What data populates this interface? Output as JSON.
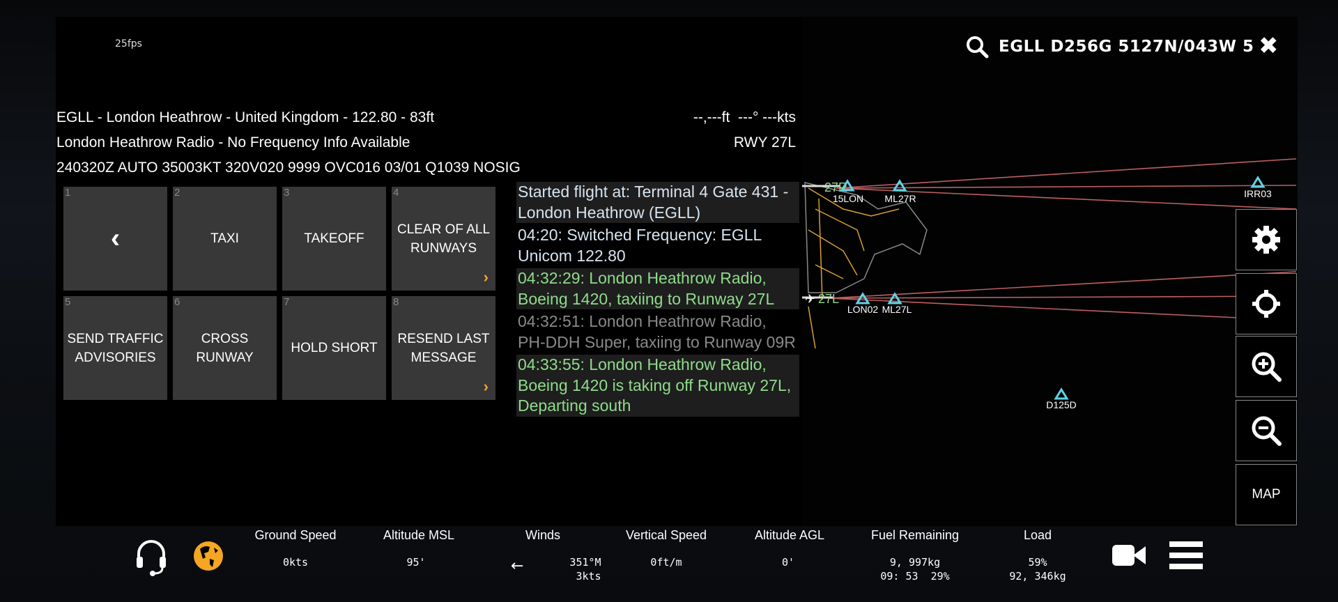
{
  "fps": "25fps",
  "search": {
    "text": "EGLL D256G 5127N/043W 5"
  },
  "info": {
    "airport_line": "EGLL - London Heathrow - United Kingdom - 122.80 - 83ft",
    "frequency_line": "London Heathrow Radio - No Frequency Info Available",
    "metar": "240320Z AUTO 35003KT 320V020 9999 OVC016 03/01 Q1039 NOSIG",
    "wind_readout": "--,---ft  ---° ---kts",
    "runway": "RWY 27L"
  },
  "menu": [
    {
      "num": "1",
      "label": "",
      "icon": "back-chevron"
    },
    {
      "num": "2",
      "label": "TAXI"
    },
    {
      "num": "3",
      "label": "TAKEOFF"
    },
    {
      "num": "4",
      "label": "CLEAR OF ALL RUNWAYS",
      "submenu": true
    },
    {
      "num": "5",
      "label": "SEND TRAFFIC ADVISORIES"
    },
    {
      "num": "6",
      "label": "CROSS RUNWAY"
    },
    {
      "num": "7",
      "label": "HOLD SHORT"
    },
    {
      "num": "8",
      "label": "RESEND LAST MESSAGE",
      "submenu": true
    }
  ],
  "log": [
    {
      "text": "Started flight at: Terminal 4 Gate 431 - London Heathrow (EGLL)",
      "color": "#d6e4f0"
    },
    {
      "text": "04:20: Switched Frequency: EGLL Unicom 122.80",
      "color": "#d6e4f0"
    },
    {
      "text": "04:32:29: London Heathrow Radio, Boeing 1420, taxiing to Runway 27L",
      "color": "#8fdc8a"
    },
    {
      "text": "04:32:51: London Heathrow Radio, PH-DDH Super, taxiing to Runway 09R",
      "color": "#8a8a8a"
    },
    {
      "text": "04:33:55: London Heathrow Radio, Boeing 1420 is taking off Runway 27L, Departing south",
      "color": "#8fdc8a"
    }
  ],
  "map": {
    "runway_labels": [
      "27R",
      "27L"
    ],
    "waypoints": [
      "15LON",
      "ML27R",
      "IRR03",
      "LON02",
      "ML27L",
      "D125D"
    ],
    "map_button": "MAP"
  },
  "stats": {
    "ground_speed": {
      "label": "Ground Speed",
      "value": "0kts"
    },
    "altitude_msl": {
      "label": "Altitude MSL",
      "value": "95'"
    },
    "winds": {
      "label": "Winds",
      "dir": "351°M",
      "speed": "3kts"
    },
    "vertical_speed": {
      "label": "Vertical Speed",
      "value": "0ft/m"
    },
    "altitude_agl": {
      "label": "Altitude AGL",
      "value": "0'"
    },
    "fuel": {
      "label": "Fuel Remaining",
      "weight": "9, 997kg",
      "time_pct": "09: 53  29%"
    },
    "load": {
      "label": "Load",
      "pct": "59%",
      "weight": "92, 346kg"
    }
  },
  "colors": {
    "accent": "#f5a623",
    "waypoint": "#5fd3e6",
    "runway_line": "#e07070",
    "green": "#8fdc8a"
  }
}
